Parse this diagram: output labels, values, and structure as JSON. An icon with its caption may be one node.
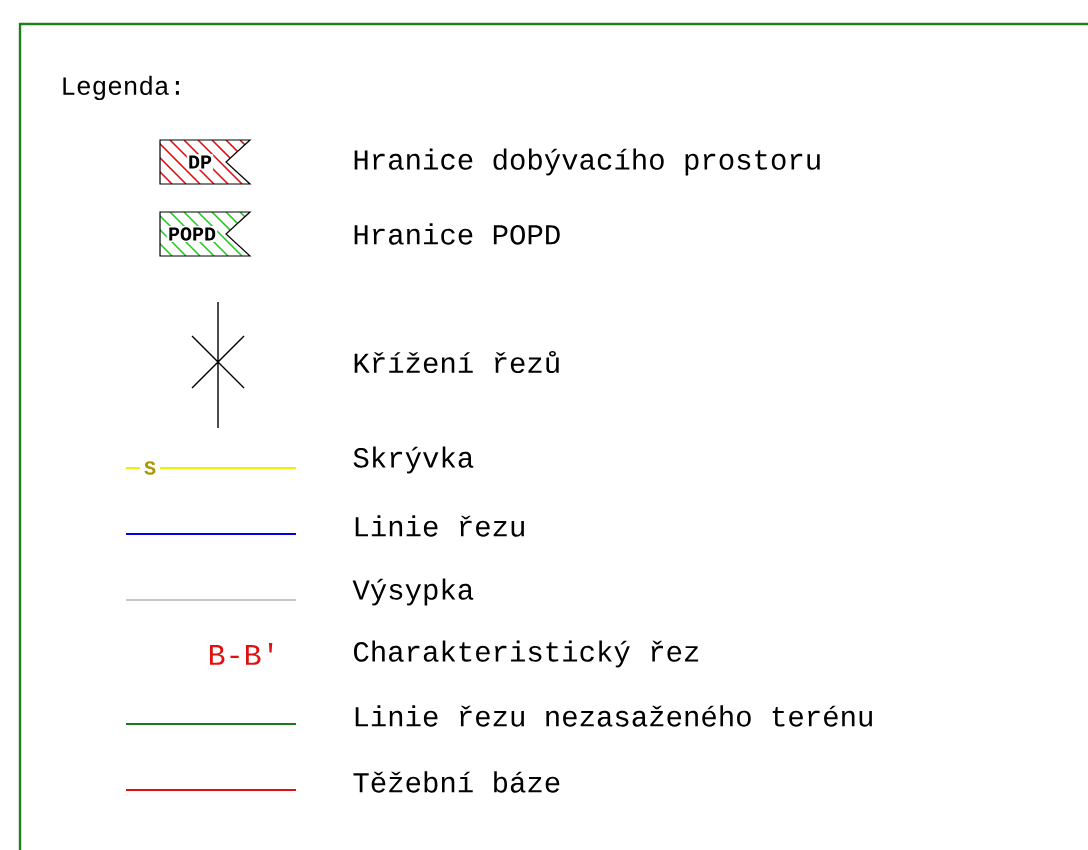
{
  "diagram": {
    "title": "Legenda:",
    "labels": [
      "DP",
      "POPD",
      "S",
      "B-B'"
    ],
    "legend": [
      {
        "text": "Hranice dobývacího prostoru"
      },
      {
        "text": "Hranice POPD"
      },
      {
        "text": "Křížení řezů"
      },
      {
        "text": "Skrývka"
      },
      {
        "text": "Linie řezu"
      },
      {
        "text": "Výsypka"
      },
      {
        "text": "Charakteristický řez"
      },
      {
        "text": "Linie řezu nezasaženého terénu"
      },
      {
        "text": "Těžební báze"
      }
    ]
  }
}
